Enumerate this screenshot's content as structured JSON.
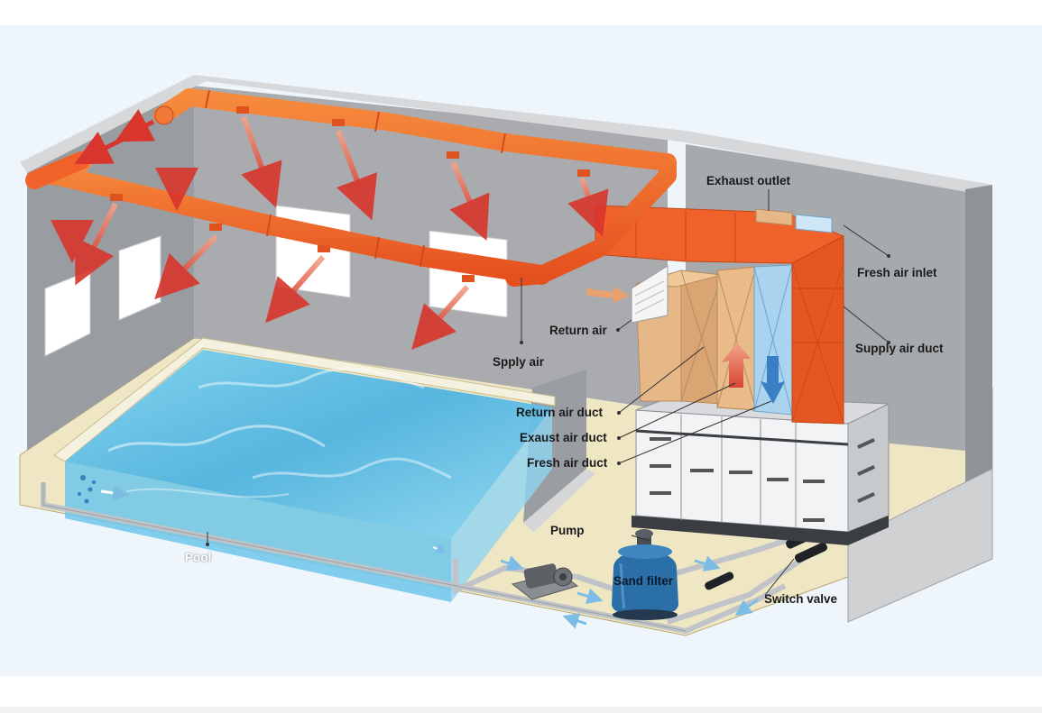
{
  "labels": {
    "exhaust_outlet": "Exhaust outlet",
    "fresh_air_inlet": "Fresh air inlet",
    "supply_air_duct": "Supply air duct",
    "return_air": "Return air",
    "spply_air": "Spply air",
    "return_air_duct": "Return air duct",
    "exaust_air_duct": "Exaust air duct",
    "fresh_air_duct": "Fresh air duct",
    "pump": "Pump",
    "sand_filter": "Sand filter",
    "switch_valve": "Switch valve",
    "pool": "Pool"
  },
  "colors": {
    "background": "#eef6fc",
    "wall": "#a9abae",
    "wall_dark": "#8f9296",
    "floor": "#efe6c4",
    "supply_duct": "#f0622a",
    "return_duct": "#e6b887",
    "fresh_duct": "#a9d3ee",
    "water": "#5fc0e6",
    "air_arrow": "#e5473c",
    "water_arrow": "#8fc7e8",
    "filter": "#2b6fa8"
  }
}
